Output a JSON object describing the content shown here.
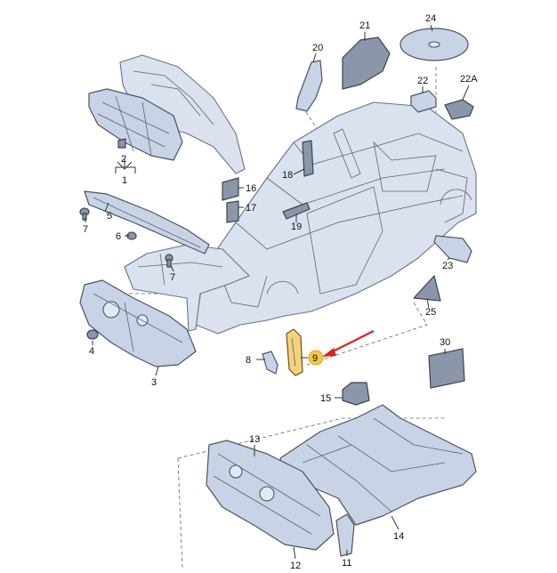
{
  "callouts": {
    "c1": "1",
    "c2": "2",
    "c3": "3",
    "c4": "4",
    "c5": "5",
    "c6": "6",
    "c7a": "7",
    "c7b": "7",
    "c8": "8",
    "c9": "9",
    "c11": "11",
    "c12": "12",
    "c13": "13",
    "c14": "14",
    "c15": "15",
    "c16": "16",
    "c17": "17",
    "c18": "18",
    "c19": "19",
    "c20": "20",
    "c21": "21",
    "c22": "22",
    "c22a": "22A",
    "c23": "23",
    "c24": "24",
    "c25": "25",
    "c30": "30"
  },
  "colors": {
    "part_fill": "#c9d3e6",
    "part_stroke": "#4b5466",
    "highlight_fill": "#f2c84b",
    "arrow": "#e02020"
  },
  "highlighted_part": "9"
}
